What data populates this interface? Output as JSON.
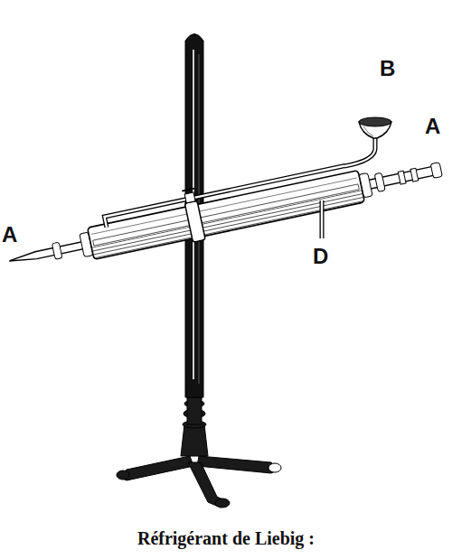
{
  "diagram": {
    "caption": "Réfrigérant de Liebig :",
    "labels": [
      "A",
      "B",
      "A",
      "D"
    ]
  }
}
